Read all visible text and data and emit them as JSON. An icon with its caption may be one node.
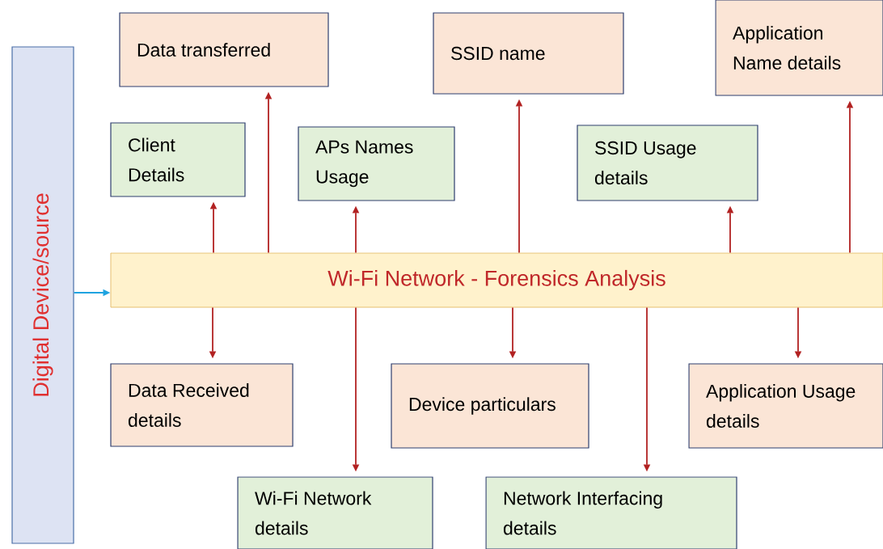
{
  "diagram": {
    "nodes": [
      {
        "text": [
          "Digital Device/source"
        ]
      },
      {
        "text": [
          "Wi-Fi Network - Forensics Analysis"
        ]
      },
      {
        "text": [
          "Data  transferred"
        ]
      },
      {
        "text": [
          "SSID name"
        ]
      },
      {
        "text": [
          "Application Name details"
        ]
      },
      {
        "text": [
          "Client Details"
        ]
      },
      {
        "text": [
          "APs Names Usage"
        ]
      },
      {
        "text": [
          "SSID Usage details"
        ]
      },
      {
        "text": [
          "Data Received details"
        ]
      },
      {
        "text": [
          "Device particulars"
        ]
      },
      {
        "text": [
          "Application Usage details"
        ]
      },
      {
        "text": [
          "Wi-Fi Network details"
        ]
      },
      {
        "text": [
          "Network Interfacing details"
        ]
      }
    ],
    "edges": [
      {
        "from": 0,
        "to": 1,
        "arrow": "to",
        "color": "#1fa3e0"
      },
      {
        "from": 1,
        "to": 5,
        "arrow": "to"
      },
      {
        "from": 1,
        "to": 2,
        "arrow": "to"
      },
      {
        "from": 1,
        "to": 6,
        "arrow": "to"
      },
      {
        "from": 1,
        "to": 3,
        "arrow": "to"
      },
      {
        "from": 1,
        "to": 7,
        "arrow": "to"
      },
      {
        "from": 1,
        "to": 4,
        "arrow": "to"
      },
      {
        "from": 1,
        "to": 8,
        "arrow": "to"
      },
      {
        "from": 1,
        "to": 11,
        "arrow": "to"
      },
      {
        "from": 1,
        "to": 9,
        "arrow": "to"
      },
      {
        "from": 1,
        "to": 12,
        "arrow": "to"
      },
      {
        "from": 1,
        "to": 10,
        "arrow": "to"
      }
    ]
  }
}
